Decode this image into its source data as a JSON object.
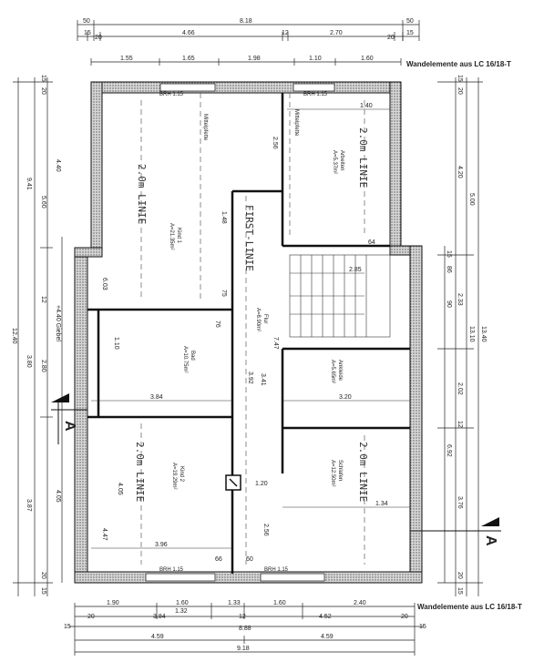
{
  "top": {
    "row1": [
      "50",
      "8.18",
      "50"
    ],
    "row2": [
      "15",
      "20",
      "4.66",
      "12",
      "2.70",
      "20",
      "15"
    ],
    "row3": [
      "1.55",
      "1.65",
      "1.98",
      "1.10",
      "1.60"
    ],
    "wall_note": "Wandelemente aus LC 16/18-T"
  },
  "bottom": {
    "row1": [
      "1.90",
      "1.60",
      "1.33",
      "1.60",
      "2.40"
    ],
    "row2": [
      "20",
      "3.84",
      "1.32",
      "12",
      "4.52",
      "20"
    ],
    "row3": [
      "15",
      "8.88",
      "15"
    ],
    "row4": [
      "4.59",
      "4.59"
    ],
    "row5": [
      "9.18"
    ],
    "wall_note": "Wandelemente aus LC 16/18-T"
  },
  "left_dims": [
    "15",
    "20",
    "4.40",
    "5.60",
    "9.41",
    "12",
    "12.40",
    "2.80",
    "3.80",
    "4.05",
    "3.87",
    "20",
    "15",
    "+4.40 Giebel"
  ],
  "right_dims": [
    "15",
    "20",
    "4.20",
    "5.00",
    "15",
    "86",
    "2.33",
    "90",
    "2.02",
    "13.10",
    "13.40",
    "12",
    "3.76",
    "6.92",
    "20",
    "15"
  ],
  "rooms": [
    {
      "name": "Kind 1",
      "area": "A=21.35m²"
    },
    {
      "name": "Arbeiten",
      "area": "A=5.37m²"
    },
    {
      "name": "Flur",
      "area": "A=8.90m²"
    },
    {
      "name": "Bad",
      "area": "A=10.75m²"
    },
    {
      "name": "Ankleide",
      "area": "A=5.65m²"
    },
    {
      "name": "Kind 2",
      "area": "A=19.29m²"
    },
    {
      "name": "Schlafen",
      "area": "A=12.50m²"
    }
  ],
  "labels": {
    "line_2m": "2.0m LINIE",
    "first_line": "FIRST-LINIE",
    "mittelpfette": "Mittelpfette",
    "brh": "BRH 1.15",
    "section": "A"
  },
  "inner_dims": [
    "1.40",
    "2.56",
    "1.48",
    "7.47",
    "6.03",
    "3.84",
    "3.20",
    "3.96",
    "1.34",
    "4.05",
    "4.47",
    "3.41",
    "3.92",
    "2.85",
    "64",
    "66",
    "60",
    "2.56",
    "1.20",
    "76",
    "1.10",
    "75"
  ]
}
